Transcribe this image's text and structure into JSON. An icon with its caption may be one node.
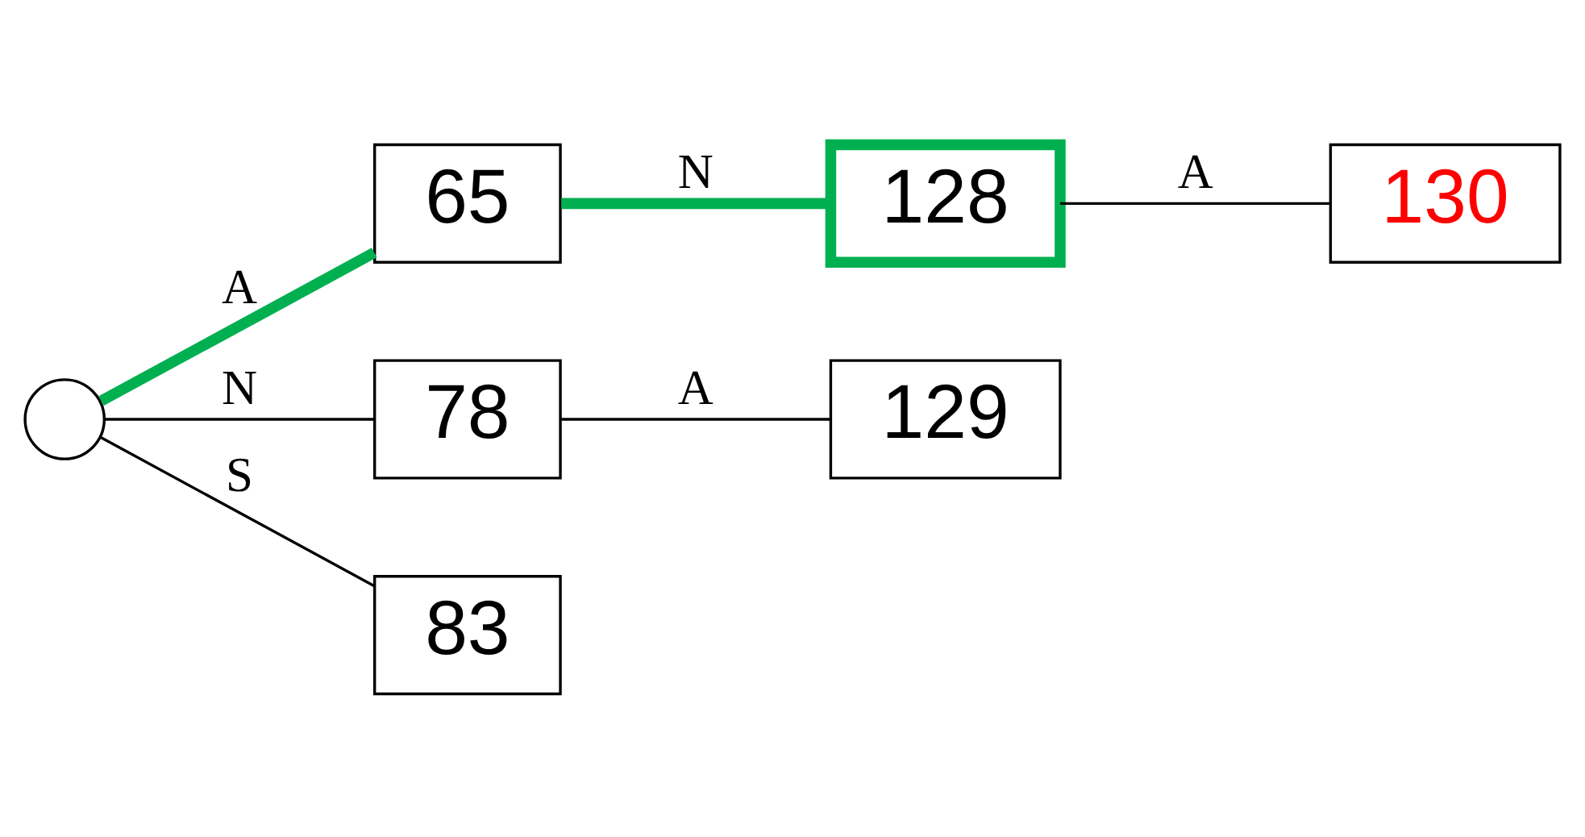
{
  "diagram": {
    "nodes": [
      {
        "text": [],
        "shape": "circle"
      },
      {
        "text": [
          "65"
        ]
      },
      {
        "text": [
          "128"
        ]
      },
      {
        "text": [
          "130"
        ]
      },
      {
        "text": [
          "78"
        ]
      },
      {
        "text": [
          "129"
        ]
      },
      {
        "text": [
          "83"
        ]
      }
    ],
    "edges": [
      {
        "from": 0,
        "to": 1,
        "arrow": "none",
        "label": "A",
        "style": "thick",
        "color": "#00b050"
      },
      {
        "from": 1,
        "to": 2,
        "arrow": "none",
        "label": "N",
        "style": "thick",
        "color": "#00b050"
      },
      {
        "from": 2,
        "to": 3,
        "arrow": "none",
        "label": "A"
      },
      {
        "from": 0,
        "to": 4,
        "arrow": "none",
        "label": "N"
      },
      {
        "from": 4,
        "to": 5,
        "arrow": "none",
        "label": "A"
      },
      {
        "from": 0,
        "to": 6,
        "arrow": "none",
        "label": "S"
      }
    ]
  }
}
